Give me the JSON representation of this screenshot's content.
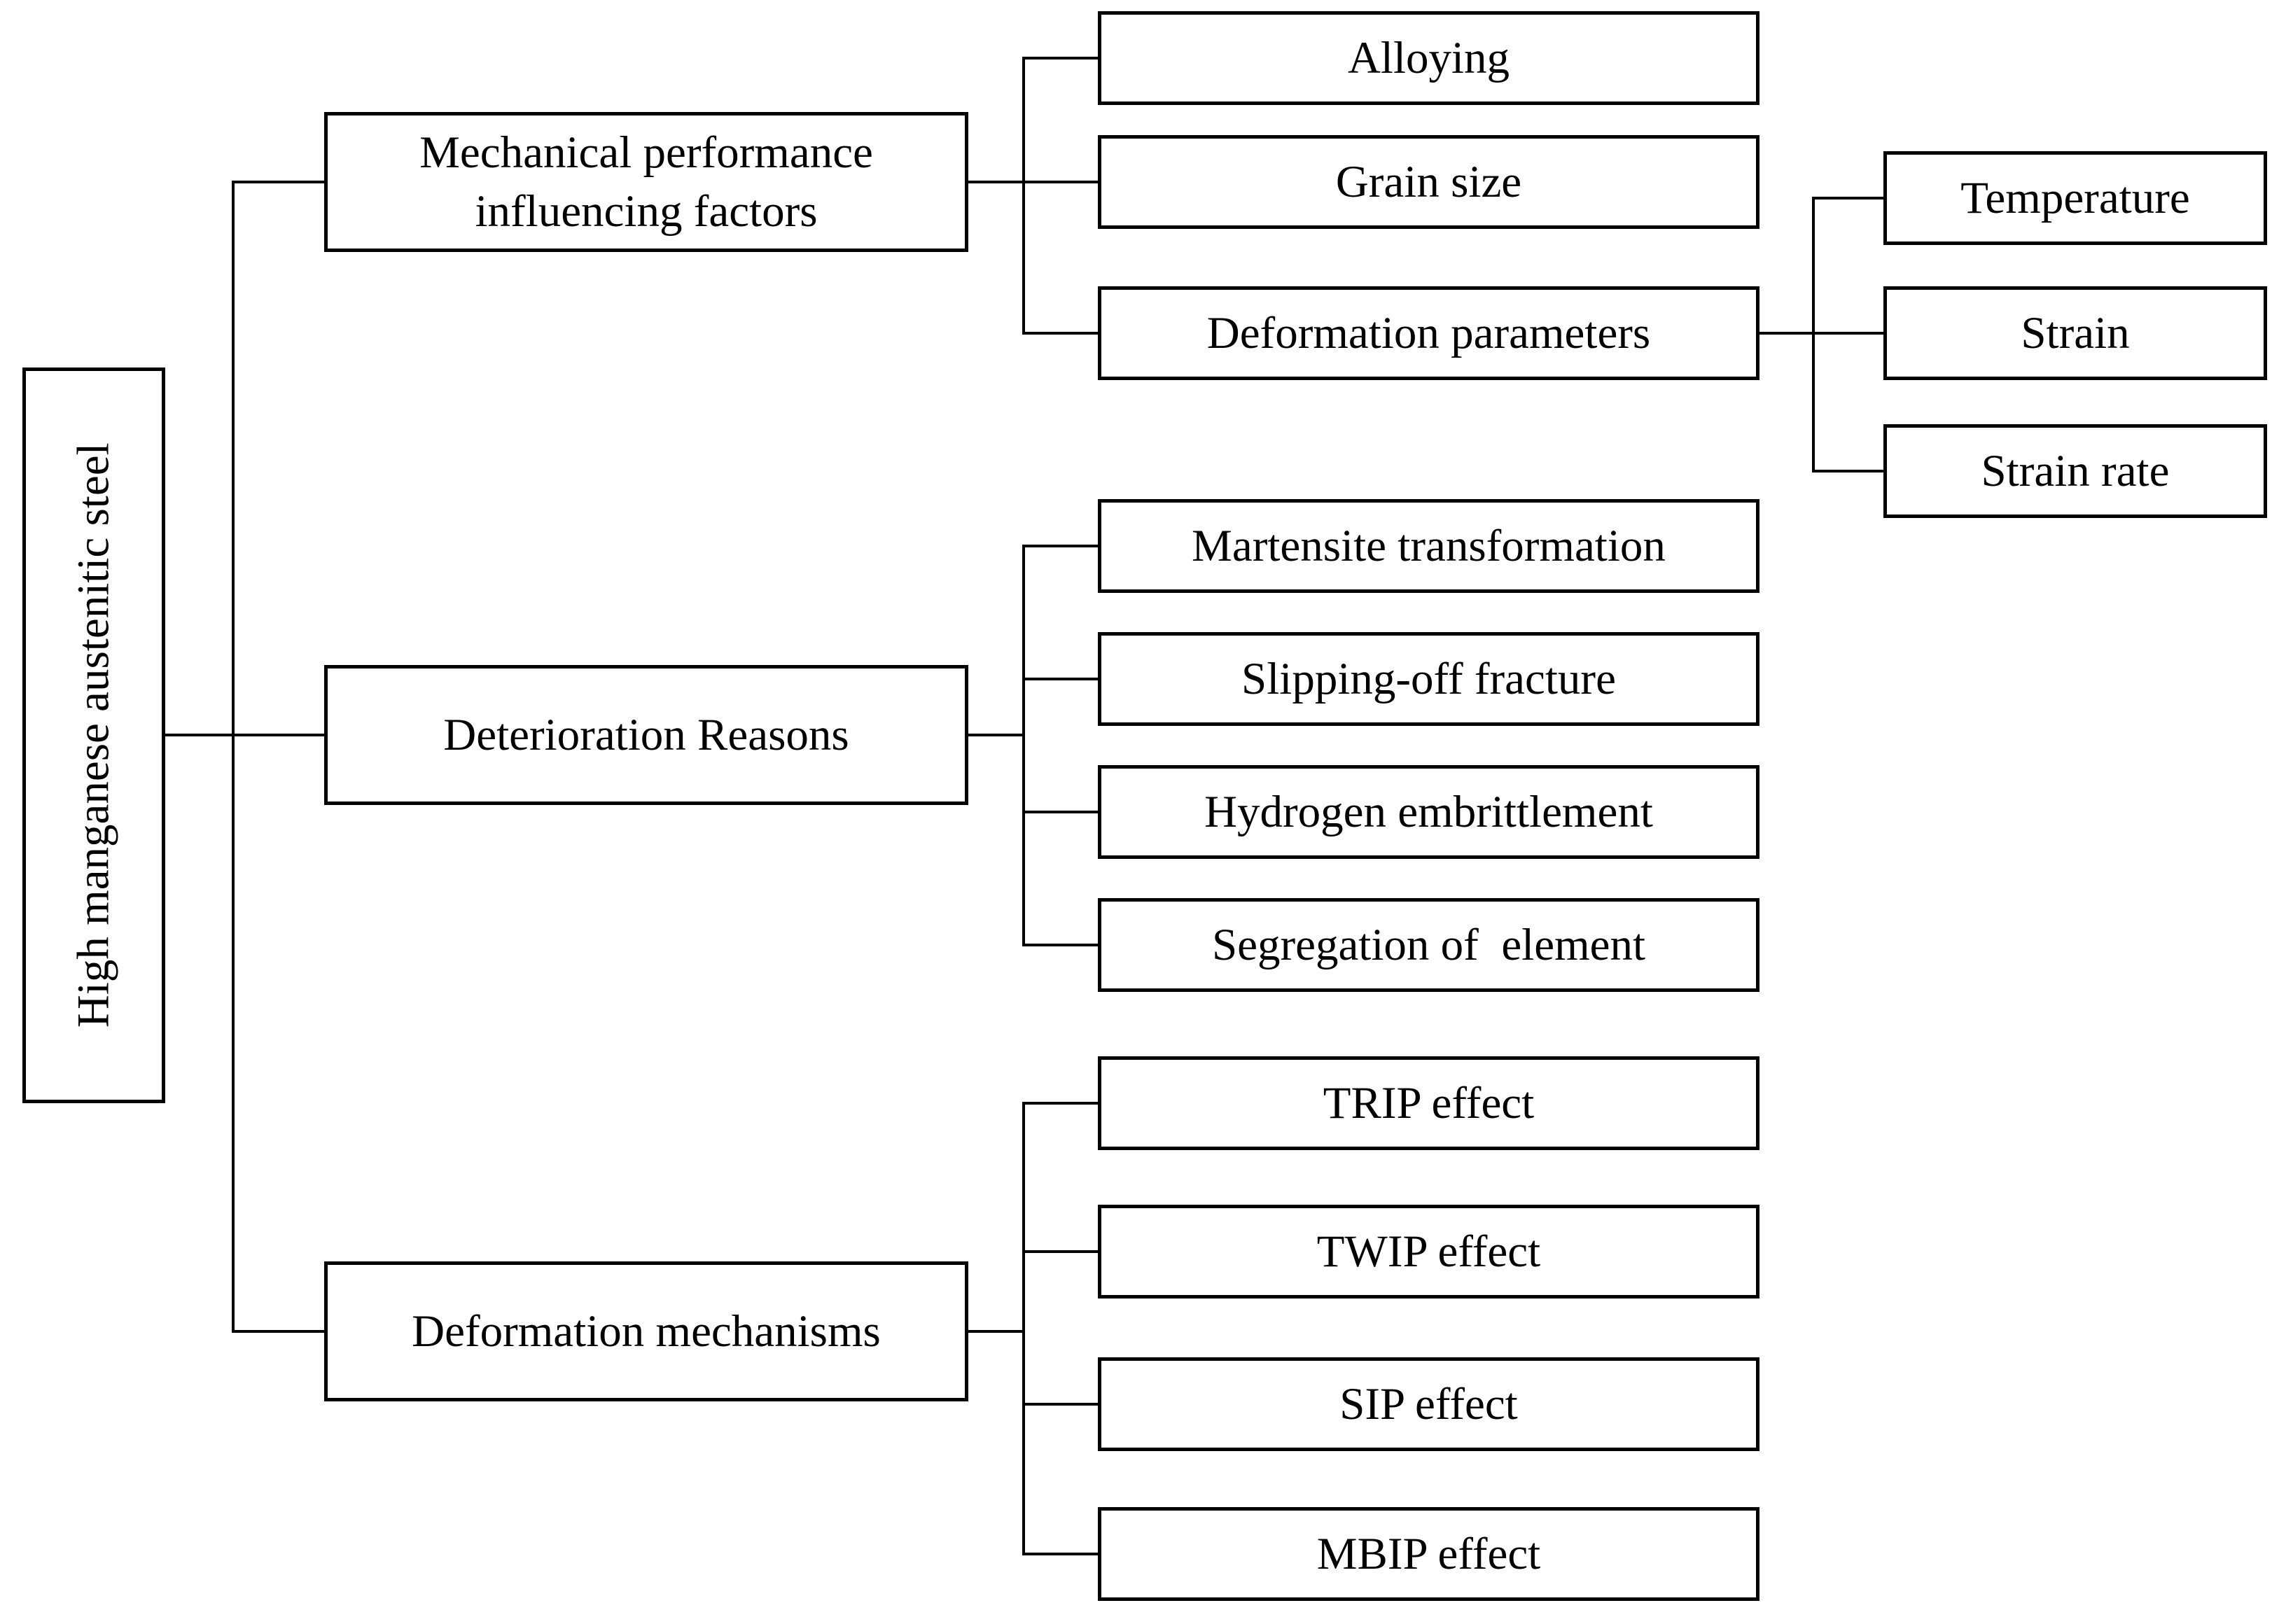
{
  "diagram": {
    "colors": {
      "line": "#000000",
      "background": "#ffffff",
      "box_fill": "#ffffff",
      "text": "#000000"
    },
    "root": {
      "label": "High manganese austenitic steel"
    },
    "branches": [
      {
        "label": "Mechanical performance\ninfluencing factors",
        "children": [
          {
            "label": "Alloying"
          },
          {
            "label": "Grain size"
          },
          {
            "label": "Deformation parameters",
            "children": [
              {
                "label": "Temperature"
              },
              {
                "label": "Strain"
              },
              {
                "label": "Strain rate"
              }
            ]
          }
        ]
      },
      {
        "label": "Deterioration Reasons",
        "children": [
          {
            "label": "Martensite transformation"
          },
          {
            "label": "Slipping-off fracture"
          },
          {
            "label": "Hydrogen embrittlement"
          },
          {
            "label": "Segregation of  element"
          }
        ]
      },
      {
        "label": "Deformation mechanisms",
        "children": [
          {
            "label": "TRIP effect"
          },
          {
            "label": "TWIP effect"
          },
          {
            "label": "SIP effect"
          },
          {
            "label": "MBIP effect"
          }
        ]
      }
    ]
  }
}
